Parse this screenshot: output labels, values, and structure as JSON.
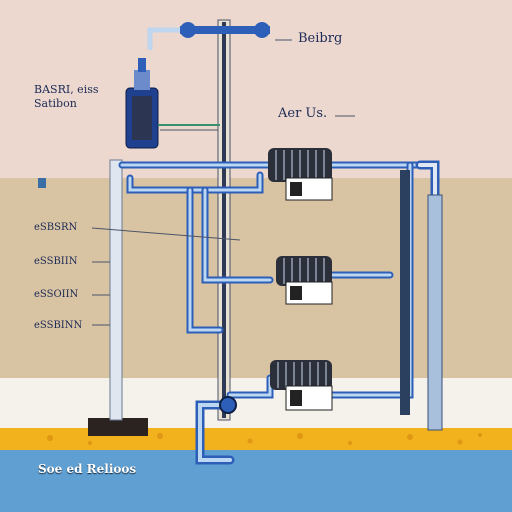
{
  "labels": {
    "top_right": "Beibrg",
    "top_left_line1": "BASRI, eiss",
    "top_left_line2": "Satibon",
    "middle_right": "Aer Us.",
    "left_1": "eSBSRN",
    "left_2": "eSSBIIN",
    "left_3": "eSSOIIN",
    "left_4": "eSSBINN",
    "bottom_title": "Soe ed Relioos"
  },
  "colors": {
    "wall": "#ecd8cf",
    "ground": "#d9c3a2",
    "floor": "#f4f1ea",
    "gravel": "#f2b21f",
    "water": "#5f9fd0",
    "pipe_blue": "#2d5fb8",
    "pipe_light": "#bcd7f2",
    "unit_dark": "#2b2f3a"
  }
}
